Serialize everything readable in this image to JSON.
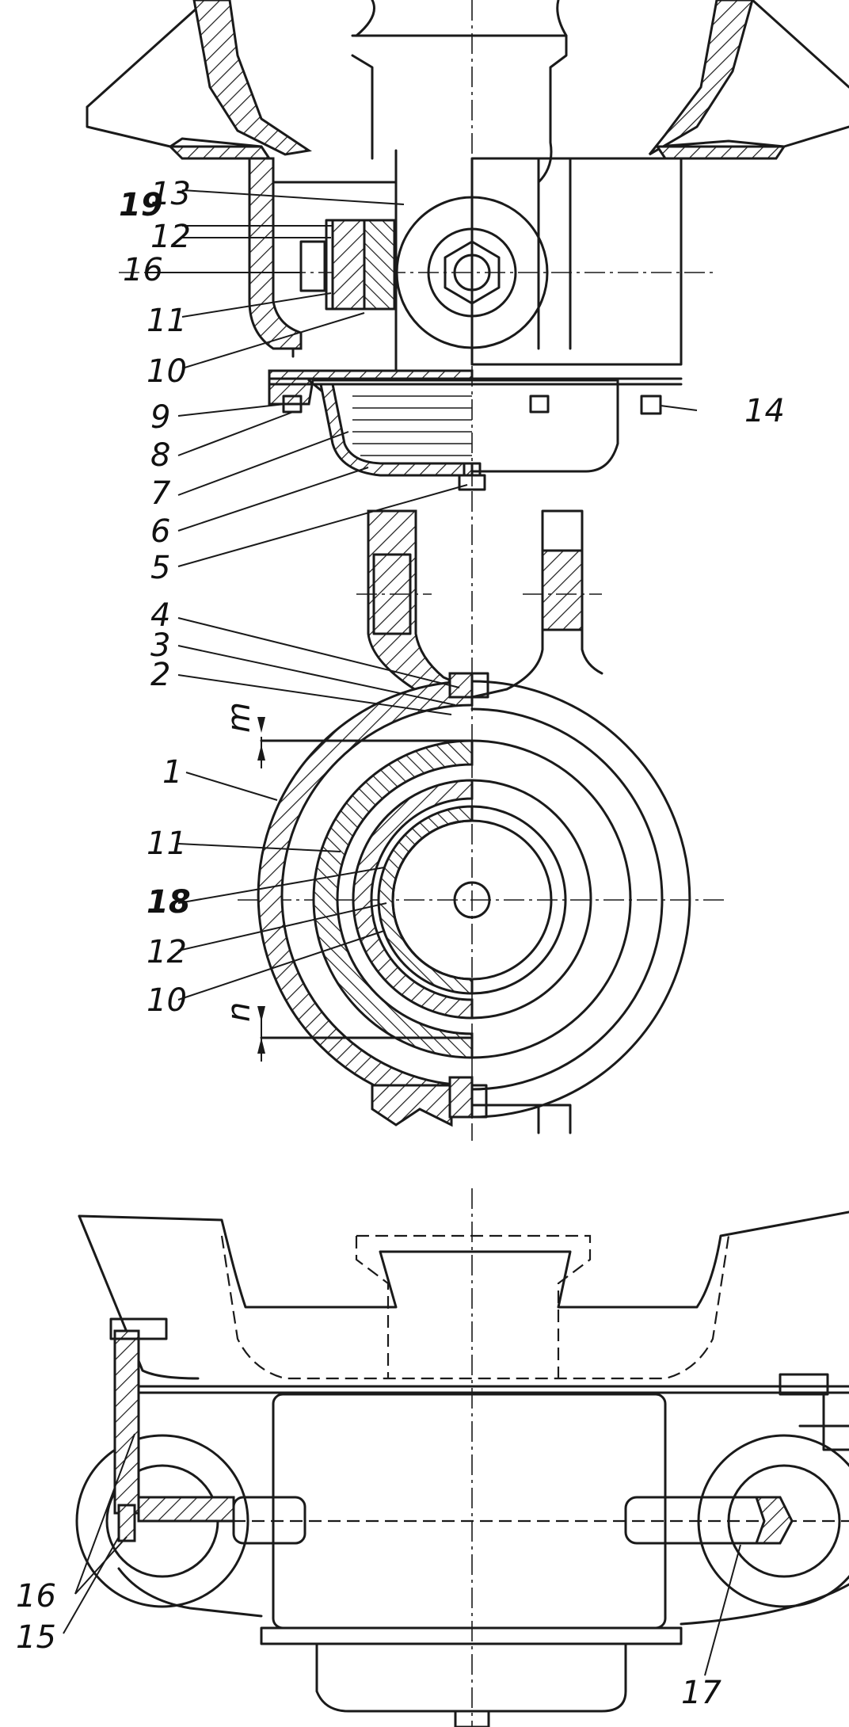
{
  "callouts": {
    "top": {
      "n19": "19",
      "n13": "13",
      "n12": "12",
      "n16": "16",
      "n11": "11",
      "n10": "10",
      "n9": "9",
      "n8": "8",
      "n7": "7",
      "n6": "6",
      "n5": "5",
      "n14": "14"
    },
    "middle": {
      "n4": "4",
      "n3": "3",
      "n2": "2",
      "n1": "1",
      "n11": "11",
      "n18": "18",
      "n12": "12",
      "n10": "10",
      "m": "m",
      "n": "n"
    },
    "bottom": {
      "n16": "16",
      "n15": "15",
      "n17": "17"
    }
  }
}
